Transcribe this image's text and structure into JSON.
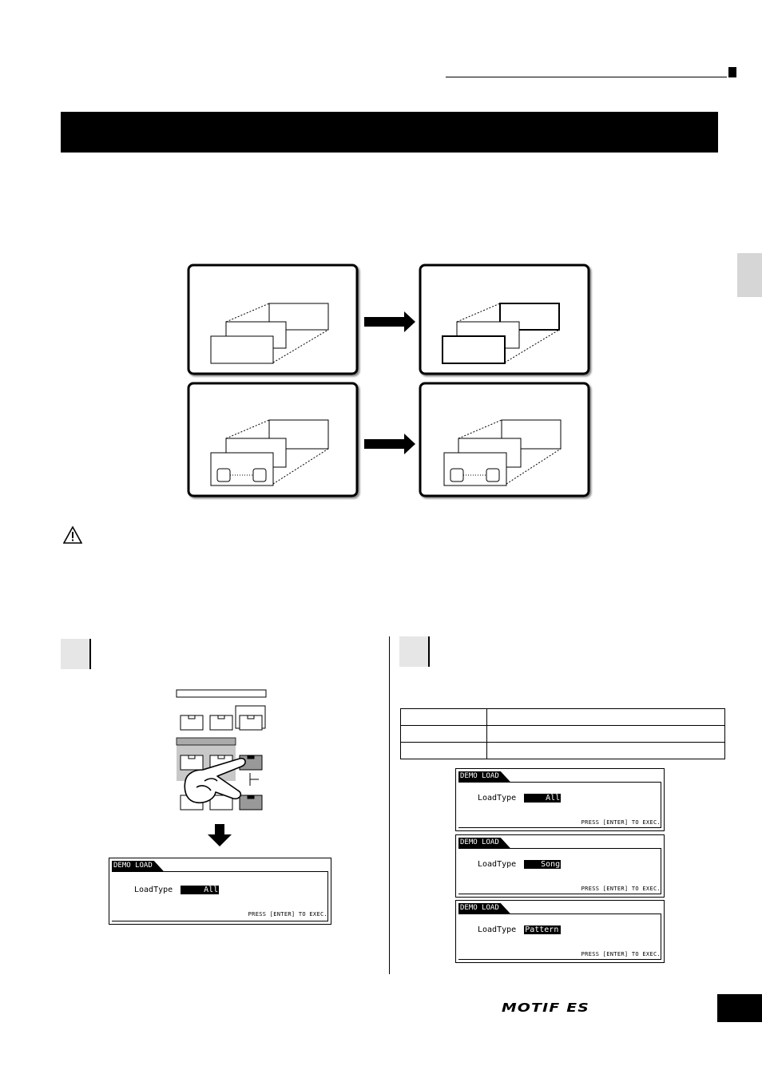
{
  "branding": {
    "logo_text": "MOTIF ES"
  },
  "demo_load_screens": {
    "title": "DEMO LOAD",
    "param_label": "LoadType",
    "hint": "PRESS [ENTER] TO EXEC.",
    "values": [
      "All",
      "All",
      "Song",
      "Pattern"
    ]
  },
  "colors": {
    "header_bar": "#000000",
    "step_box": "#e6e6e6",
    "side_tab": "#d6d6d6",
    "panel_highlight": "#c8c8c8"
  },
  "icons": [
    "warning-icon",
    "arrow-right-icon",
    "arrow-down-icon",
    "pointing-hand-icon"
  ]
}
